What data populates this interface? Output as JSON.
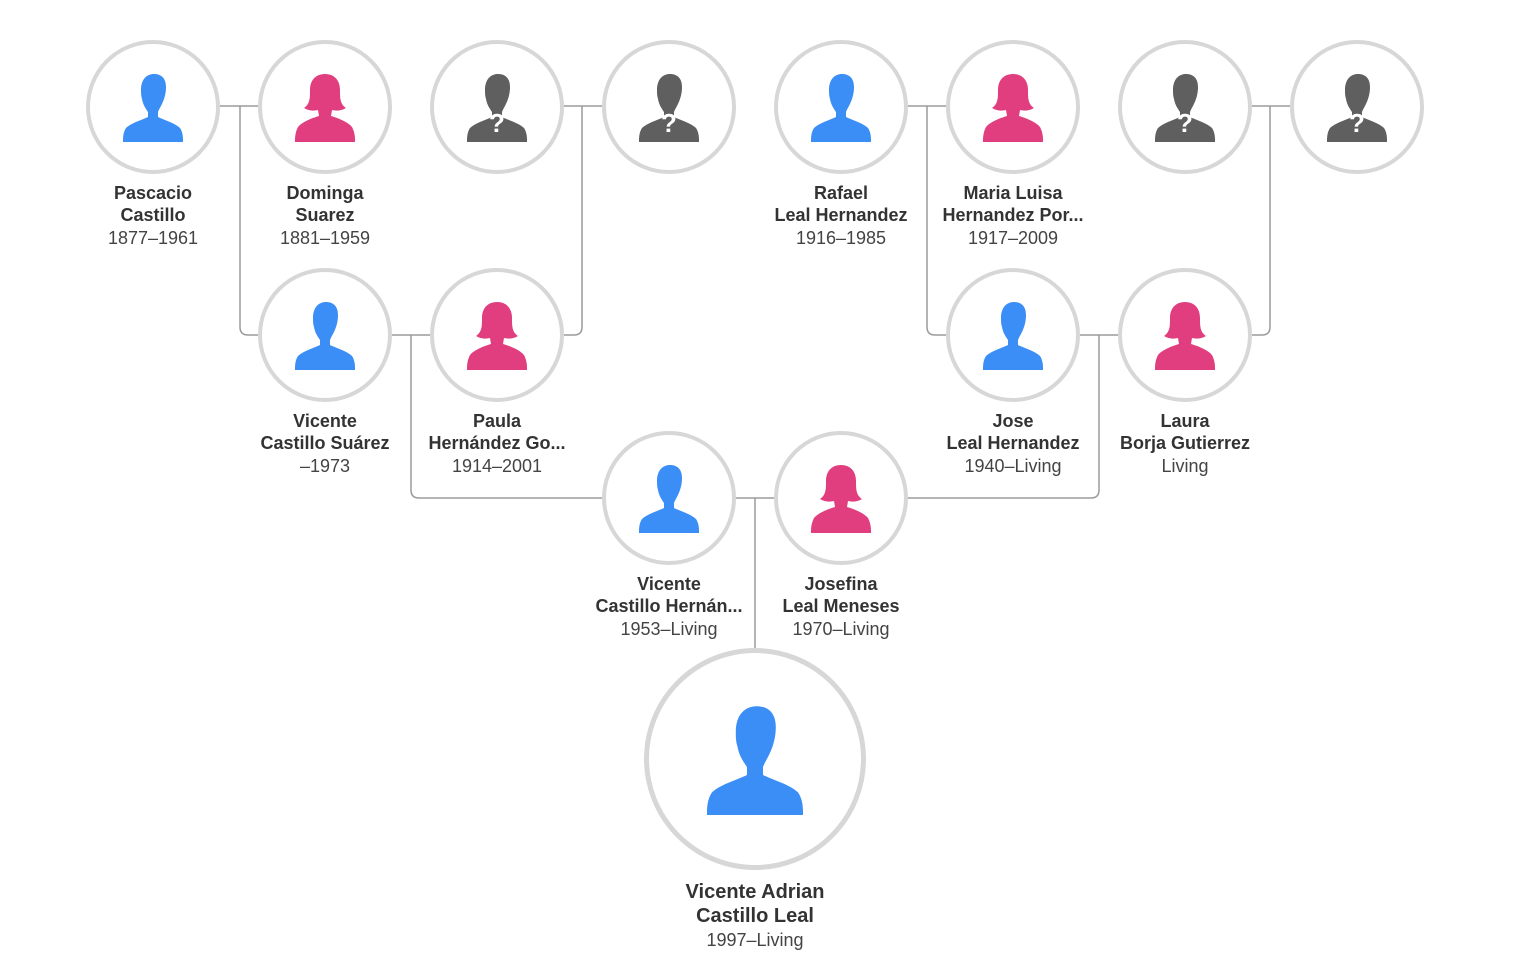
{
  "colors": {
    "male": "#3a8ef6",
    "female": "#e03e7e",
    "unknown": "#5f5f5f",
    "ring": "#d7d7d7",
    "line": "#9b9b9b"
  },
  "people": {
    "pascacio": {
      "gender": "male",
      "first": "Pascacio",
      "last": "Castillo",
      "dates": "1877–1961"
    },
    "dominga": {
      "gender": "female",
      "first": "Dominga",
      "last": "Suarez",
      "dates": "1881–1959"
    },
    "unknown_1": {
      "gender": "unknown"
    },
    "unknown_2": {
      "gender": "unknown"
    },
    "rafael": {
      "gender": "male",
      "first": "Rafael",
      "last": "Leal Hernandez",
      "dates": "1916–1985"
    },
    "maria_luisa": {
      "gender": "female",
      "first": "Maria Luisa",
      "last": "Hernandez Por...",
      "dates": "1917–2009"
    },
    "unknown_3": {
      "gender": "unknown"
    },
    "unknown_4": {
      "gender": "unknown"
    },
    "vicente_cs": {
      "gender": "male",
      "first": "Vicente",
      "last": "Castillo Suárez",
      "dates": "–1973"
    },
    "paula": {
      "gender": "female",
      "first": "Paula",
      "last": "Hernández Go...",
      "dates": "1914–2001"
    },
    "jose": {
      "gender": "male",
      "first": "Jose",
      "last": "Leal Hernandez",
      "dates": "1940–Living"
    },
    "laura": {
      "gender": "female",
      "first": "Laura",
      "last": "Borja Gutierrez",
      "dates": "Living"
    },
    "vicente_ch": {
      "gender": "male",
      "first": "Vicente",
      "last": "Castillo Hernán...",
      "dates": "1953–Living"
    },
    "josefina": {
      "gender": "female",
      "first": "Josefina",
      "last": "Leal Meneses",
      "dates": "1970–Living"
    },
    "vicente_adrian": {
      "gender": "male",
      "first": "Vicente Adrian",
      "last": "Castillo Leal",
      "dates": "1997–Living"
    }
  }
}
